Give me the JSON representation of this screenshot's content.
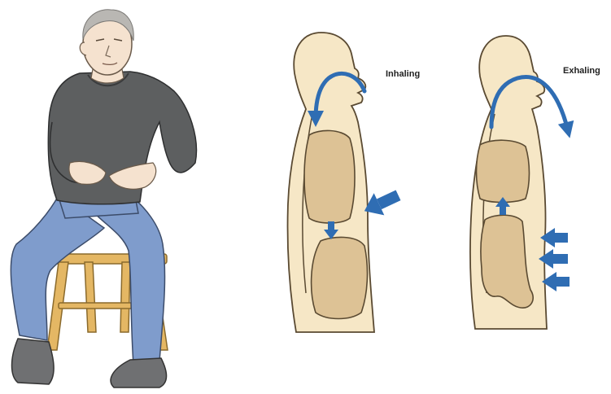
{
  "panels": {
    "inhaling": {
      "label": "Inhaling"
    },
    "exhaling": {
      "label": "Exhaling"
    }
  },
  "colors": {
    "arrow_blue": "#2f6db3",
    "body_fill": "#f6e7c6",
    "organ_fill": "#ddc295",
    "outline": "#5a4a32",
    "shirt": "#5d5f60",
    "jeans": "#7f9ccc",
    "stool": "#e4b764",
    "shoes": "#6f7072",
    "skin": "#f5e2cf",
    "hair": "#b9b7b3"
  },
  "icons": {
    "inhale_airflow": "curved-arrow-into-mouth",
    "exhale_airflow": "curved-arrow-out-of-mouth",
    "abdomen_push_in": "arrow-left",
    "abdomen_push_out": "arrow-left"
  }
}
